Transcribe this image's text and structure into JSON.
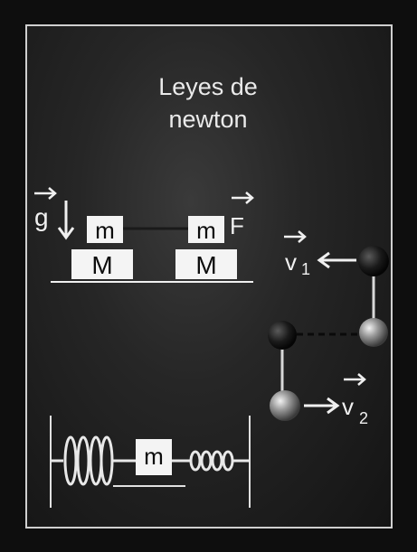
{
  "title_line1": "Leyes de",
  "title_line2": "newton",
  "labels": {
    "gravity": "g",
    "force": "F",
    "small_mass": "m",
    "big_mass": "M",
    "v1": "v",
    "v1_sub": "1",
    "v2": "v",
    "v2_sub": "2",
    "spring_mass": "m"
  },
  "colors": {
    "background": "#141414",
    "frame": "#cfcfcf",
    "block": "#f4f4f4",
    "text": "#f0f0f0"
  }
}
